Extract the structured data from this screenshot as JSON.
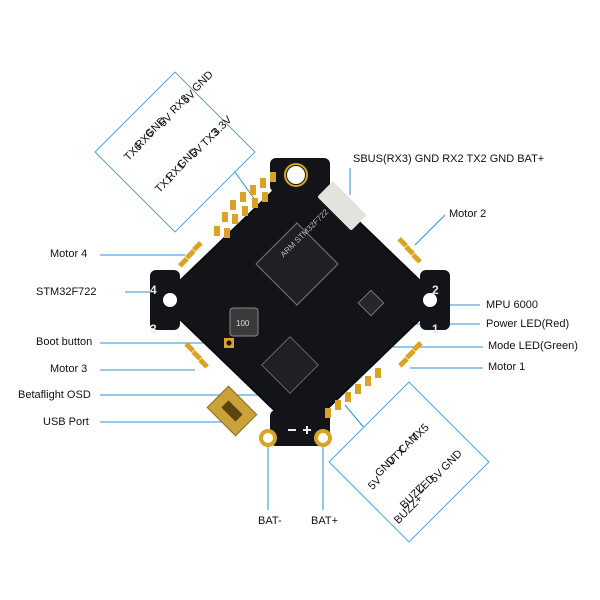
{
  "labels": {
    "sbus": "SBUS(RX3)  GND  RX2  TX2  GND  BAT+",
    "motor2": "Motor 2",
    "motor4": "Motor 4",
    "stm": "STM32F722",
    "mpu": "MPU 6000",
    "power_led": "Power LED(Red)",
    "boot": "Boot button",
    "mode_led": "Mode LED(Green)",
    "motor3": "Motor 3",
    "motor1": "Motor 1",
    "osd": "Betaflight OSD",
    "usb": "USB Port",
    "bat_minus": "BAT-",
    "bat_plus": "BAT+"
  },
  "top_pins": {
    "col1": [
      "GND",
      "5V",
      "RX3",
      "5V",
      "GND",
      "RX6",
      "TX6"
    ],
    "col2": [
      "3.3V",
      "TX3",
      "5V",
      "GND",
      "RX1",
      "TX1"
    ]
  },
  "bottom_pins": {
    "col1": [
      "TX5",
      "CAM",
      "VTX",
      "GND",
      "5V"
    ],
    "col2": [
      "GND",
      "5V",
      "LED",
      "BUZZ-",
      "BUZZ+"
    ]
  },
  "motor_numbers": [
    "1",
    "2",
    "3",
    "4"
  ],
  "chip_marks": {
    "mcu": "ARM STM32F722",
    "inductor": "100"
  },
  "colors": {
    "pcb": "#121417",
    "pad": "#d9a326",
    "leader": "#2f8fd6",
    "silk": "#e8e8e8"
  }
}
